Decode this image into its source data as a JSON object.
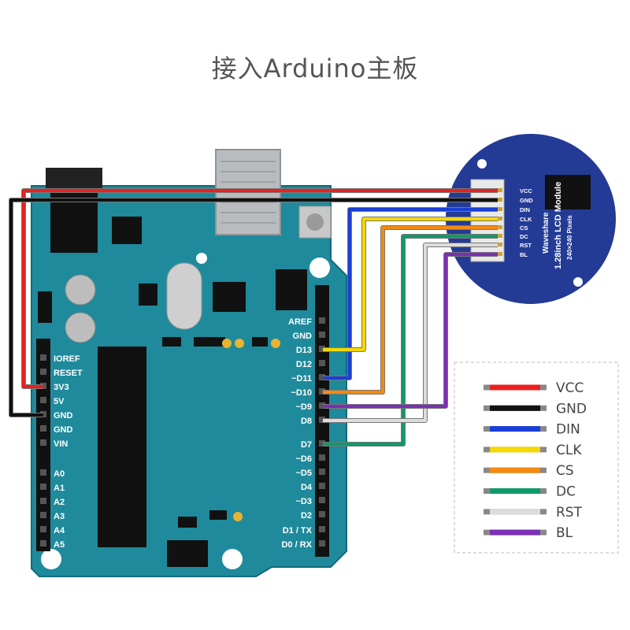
{
  "title": "接入Arduino主板",
  "board": {
    "left_pins": [
      "IOREF",
      "RESET",
      "3V3",
      "5V",
      "GND",
      "GND",
      "VIN",
      "A0",
      "A1",
      "A2",
      "A3",
      "A4",
      "A5"
    ],
    "right_pins": [
      "AREF",
      "GND",
      "D13",
      "D12",
      "~D11",
      "~D10",
      "~D9",
      "D8",
      "D7",
      "~D6",
      "~D5",
      "D4",
      "~D3",
      "D2",
      "D1 / TX",
      "D0 / RX"
    ]
  },
  "module": {
    "pins": [
      "VCC",
      "GND",
      "DIN",
      "CLK",
      "CS",
      "DC",
      "RST",
      "BL"
    ],
    "brand": "Waveshare",
    "name": "1.28inch LCD Module",
    "resolution": "240×240 Pixels"
  },
  "legend": [
    {
      "label": "VCC",
      "color": "#e8201f"
    },
    {
      "label": "GND",
      "color": "#111111"
    },
    {
      "label": "DIN",
      "color": "#1a3fd6"
    },
    {
      "label": "CLK",
      "color": "#f5d800"
    },
    {
      "label": "CS",
      "color": "#f28a12"
    },
    {
      "label": "DC",
      "color": "#0f9a6a"
    },
    {
      "label": "RST",
      "color": "#dcdcdc"
    },
    {
      "label": "BL",
      "color": "#7b2fb5"
    }
  ]
}
